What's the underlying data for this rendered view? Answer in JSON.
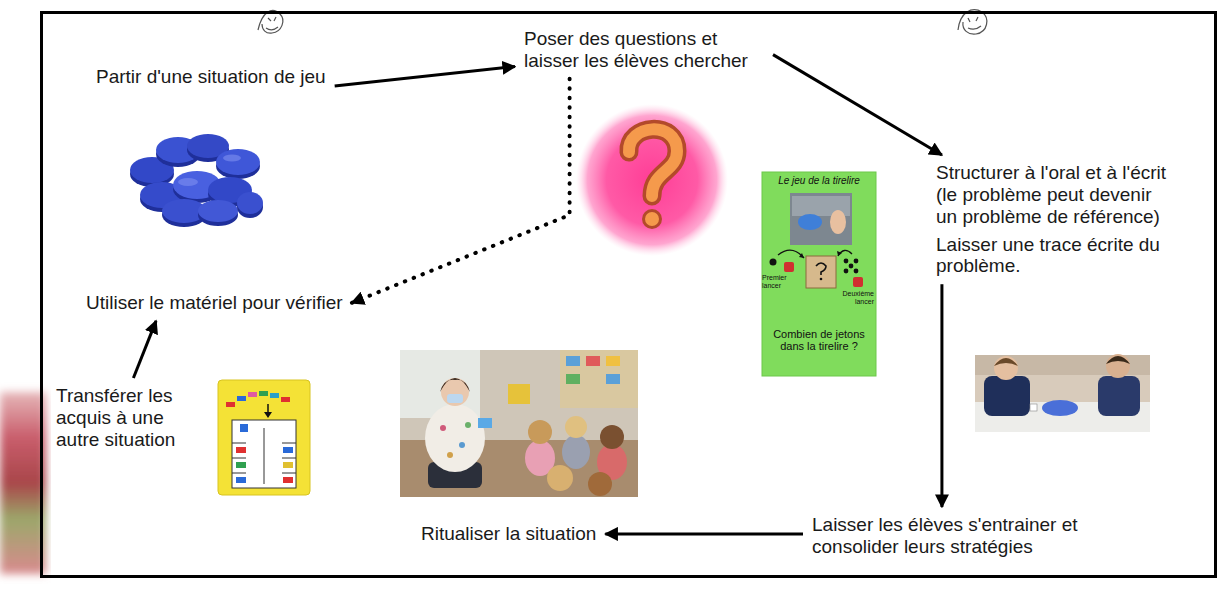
{
  "diagram": {
    "nodes": [
      {
        "text": [
          "Partir d'une situation de jeu"
        ]
      },
      {
        "text": [
          "Poser des questions et laisser les élèves chercher"
        ]
      },
      {
        "text": [
          "Structurer à l'oral et à l'écrit (le problème peut devenir un problème de référence)",
          "Laisser une trace écrite du problème."
        ]
      },
      {
        "text": [
          "Laisser les élèves s'entrainer et consolider leurs stratégies"
        ]
      },
      {
        "text": [
          "Ritualiser la situation"
        ]
      },
      {
        "text": [
          "Transférer les acquis à une autre situation"
        ]
      },
      {
        "text": [
          "Utiliser le matériel pour vérifier"
        ]
      }
    ],
    "edges": [
      {
        "from": 0,
        "to": 1,
        "arrow": "to"
      },
      {
        "from": 1,
        "to": 2,
        "arrow": "to"
      },
      {
        "from": 2,
        "to": 3,
        "arrow": "to"
      },
      {
        "from": 3,
        "to": 4,
        "arrow": "to"
      },
      {
        "from": 5,
        "to": 6,
        "arrow": "to"
      },
      {
        "from": 1,
        "to": 6,
        "arrow": "to"
      }
    ],
    "labels": [
      "Le jeu de la tirelire",
      "Premier lancer",
      "Deuxième lancer",
      "Combien de jetons dans la tirelire ?"
    ]
  }
}
